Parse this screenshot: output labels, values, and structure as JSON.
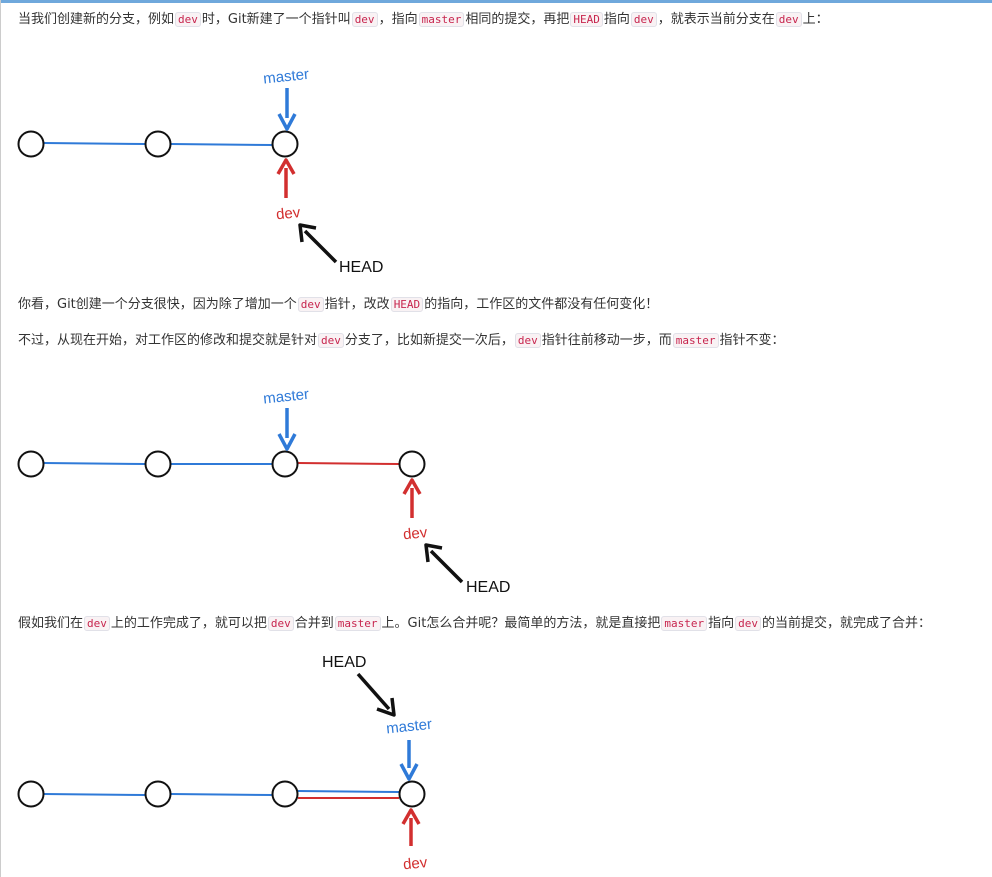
{
  "paragraphs": [
    {
      "segments": [
        {
          "t": "当我们创建新的分支，例如"
        },
        {
          "c": "dev"
        },
        {
          "t": "时，Git新建了一个指针叫"
        },
        {
          "c": "dev"
        },
        {
          "t": "，指向"
        },
        {
          "c": "master"
        },
        {
          "t": "相同的提交，再把"
        },
        {
          "c": "HEAD"
        },
        {
          "t": "指向"
        },
        {
          "c": "dev"
        },
        {
          "t": "，就表示当前分支在"
        },
        {
          "c": "dev"
        },
        {
          "t": "上："
        }
      ]
    },
    {
      "segments": [
        {
          "t": "你看，Git创建一个分支很快，因为除了增加一个"
        },
        {
          "c": "dev"
        },
        {
          "t": "指针，改改"
        },
        {
          "c": "HEAD"
        },
        {
          "t": "的指向，工作区的文件都没有任何变化！"
        }
      ]
    },
    {
      "segments": [
        {
          "t": "不过，从现在开始，对工作区的修改和提交就是针对"
        },
        {
          "c": "dev"
        },
        {
          "t": "分支了，比如新提交一次后，"
        },
        {
          "c": "dev"
        },
        {
          "t": "指针往前移动一步，而"
        },
        {
          "c": "master"
        },
        {
          "t": "指针不变："
        }
      ]
    },
    {
      "segments": [
        {
          "t": "假如我们在"
        },
        {
          "c": "dev"
        },
        {
          "t": "上的工作完成了，就可以把"
        },
        {
          "c": "dev"
        },
        {
          "t": "合并到"
        },
        {
          "c": "master"
        },
        {
          "t": "上。Git怎么合并呢？最简单的方法，就是直接把"
        },
        {
          "c": "master"
        },
        {
          "t": "指向"
        },
        {
          "c": "dev"
        },
        {
          "t": "的当前提交，就完成了合并："
        }
      ]
    }
  ],
  "diagrams": [
    {
      "master_label": "master",
      "dev_label": "dev",
      "head_label": "HEAD"
    },
    {
      "master_label": "master",
      "dev_label": "dev",
      "head_label": "HEAD"
    },
    {
      "master_label": "master",
      "dev_label": "dev",
      "head_label": "HEAD"
    }
  ],
  "colors": {
    "master": "#2f7ad8",
    "dev": "#d22f2f",
    "head": "#111111",
    "text": "#333333",
    "code_text": "#c7254e"
  }
}
